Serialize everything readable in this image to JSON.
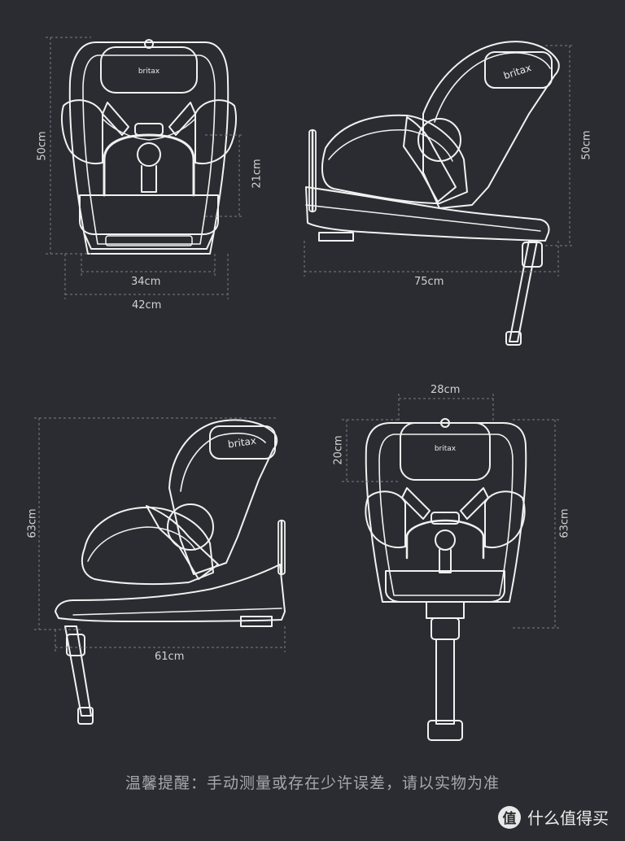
{
  "brand": "britax",
  "views": {
    "front_default": {
      "height": "50cm",
      "inner_height": "21cm",
      "inner_width": "34cm",
      "outer_width": "42cm"
    },
    "side_default": {
      "height": "50cm",
      "length": "75cm"
    },
    "side_extended": {
      "height": "63cm",
      "length": "61cm"
    },
    "front_extended": {
      "headrest_height": "20cm",
      "headrest_width": "28cm",
      "height": "63cm"
    }
  },
  "note": "温馨提醒：手动测量或存在少许误差，请以实物为准",
  "watermark": {
    "glyph": "值",
    "text": "什么值得买"
  }
}
